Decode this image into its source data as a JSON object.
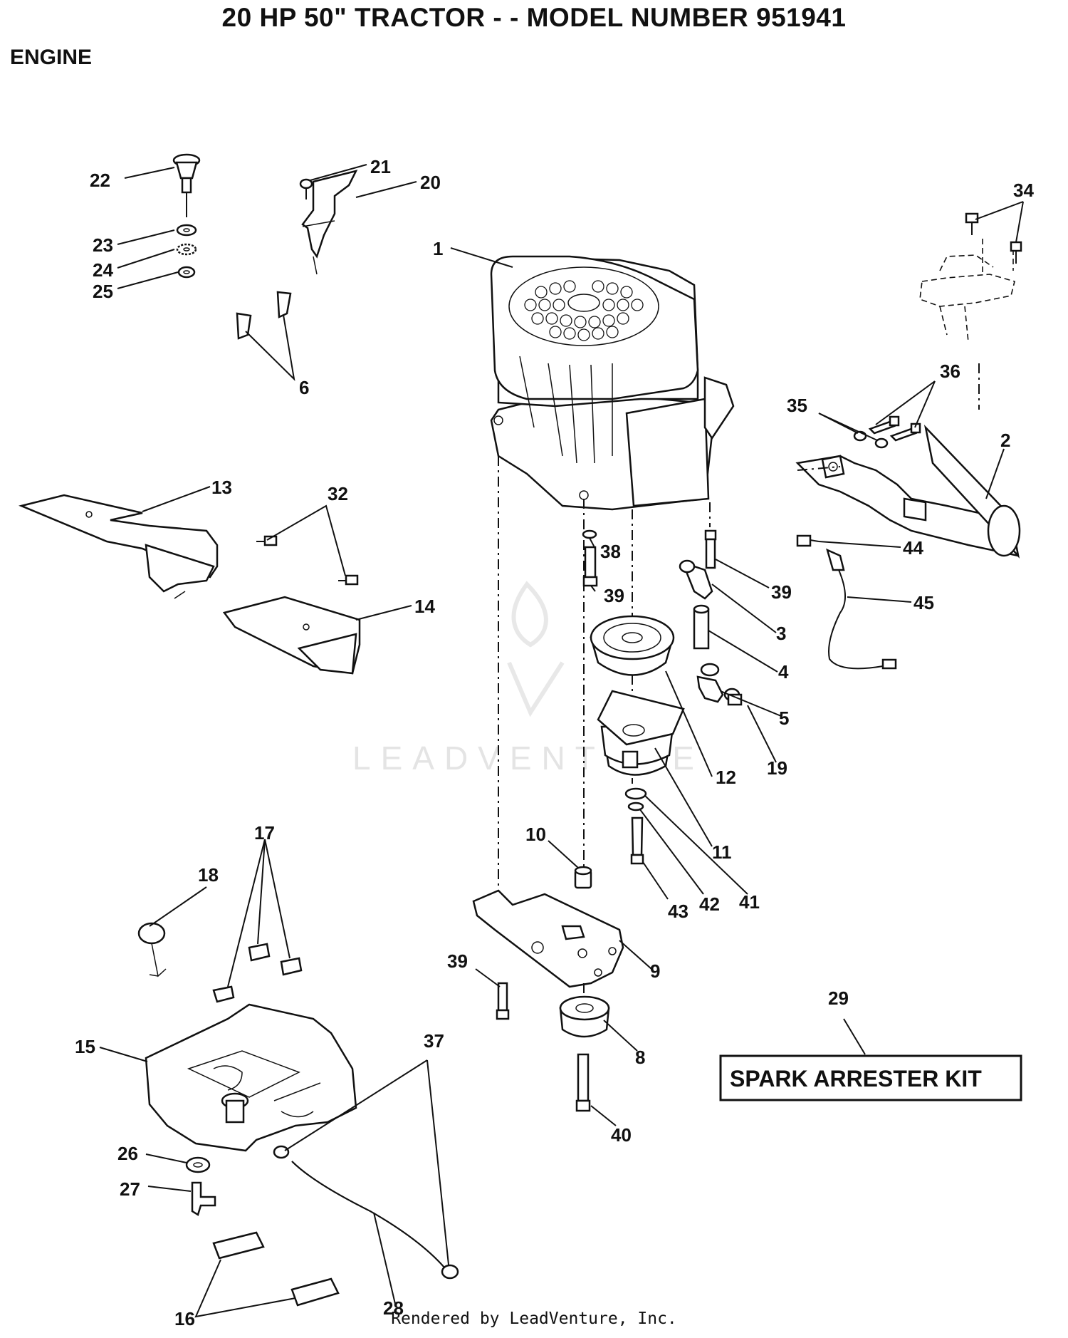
{
  "title": "20 HP 50\" TRACTOR - - MODEL NUMBER 951941",
  "section": "ENGINE",
  "kit_label": "SPARK ARRESTER KIT",
  "footer": "Rendered by LeadVenture, Inc.",
  "watermark": "LEADVENTURE",
  "callouts": {
    "c1": "1",
    "c2": "2",
    "c3": "3",
    "c4": "4",
    "c5": "5",
    "c6": "6",
    "c8": "8",
    "c9": "9",
    "c10": "10",
    "c11": "11",
    "c12": "12",
    "c13": "13",
    "c14": "14",
    "c15": "15",
    "c16": "16",
    "c17": "17",
    "c18": "18",
    "c19": "19",
    "c20": "20",
    "c21": "21",
    "c22": "22",
    "c23": "23",
    "c24": "24",
    "c25": "25",
    "c26": "26",
    "c27": "27",
    "c28": "28",
    "c29": "29",
    "c32": "32",
    "c34": "34",
    "c35": "35",
    "c36": "36",
    "c37": "37",
    "c38": "38",
    "c39a": "39",
    "c39b": "39",
    "c39c": "39",
    "c40": "40",
    "c41": "41",
    "c42": "42",
    "c43": "43",
    "c44": "44",
    "c45": "45"
  }
}
